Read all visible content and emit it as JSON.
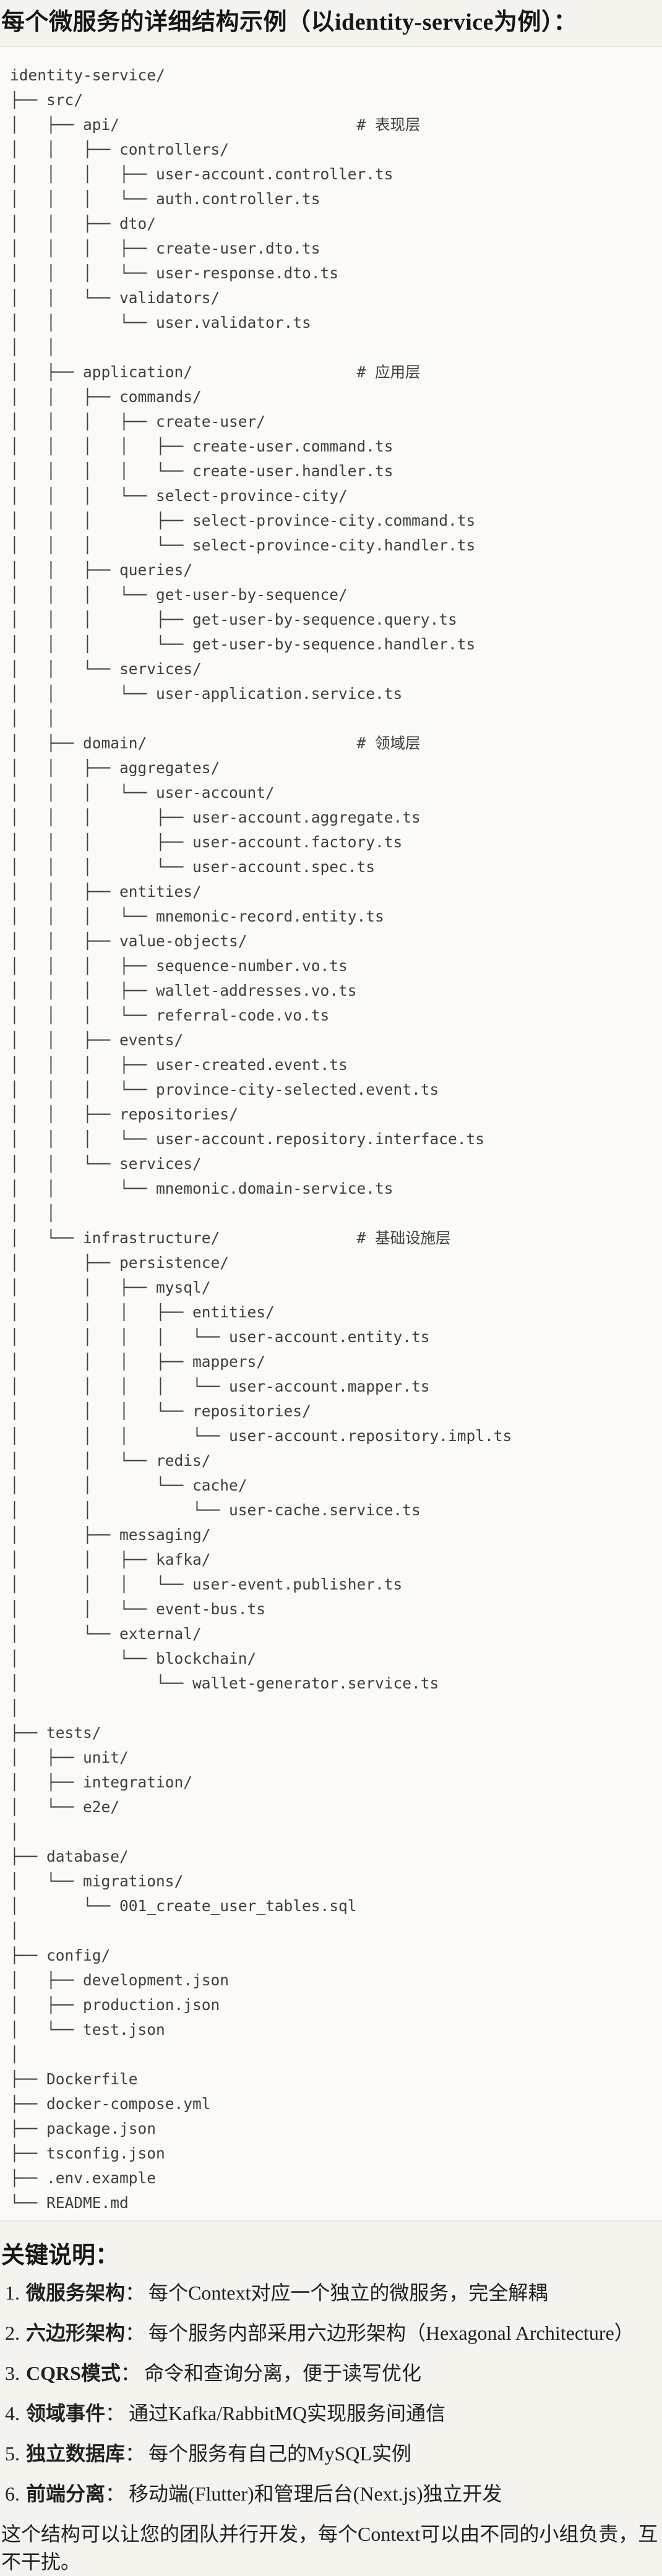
{
  "title": "每个微服务的详细结构示例（以identity-service为例）：",
  "tree": {
    "lines": [
      "identity-service/",
      "├── src/",
      "│   ├── api/                          # 表现层",
      "│   │   ├── controllers/",
      "│   │   │   ├── user-account.controller.ts",
      "│   │   │   └── auth.controller.ts",
      "│   │   ├── dto/",
      "│   │   │   ├── create-user.dto.ts",
      "│   │   │   └── user-response.dto.ts",
      "│   │   └── validators/",
      "│   │       └── user.validator.ts",
      "│   │",
      "│   ├── application/                  # 应用层",
      "│   │   ├── commands/",
      "│   │   │   ├── create-user/",
      "│   │   │   │   ├── create-user.command.ts",
      "│   │   │   │   └── create-user.handler.ts",
      "│   │   │   └── select-province-city/",
      "│   │   │       ├── select-province-city.command.ts",
      "│   │   │       └── select-province-city.handler.ts",
      "│   │   ├── queries/",
      "│   │   │   └── get-user-by-sequence/",
      "│   │   │       ├── get-user-by-sequence.query.ts",
      "│   │   │       └── get-user-by-sequence.handler.ts",
      "│   │   └── services/",
      "│   │       └── user-application.service.ts",
      "│   │",
      "│   ├── domain/                       # 领域层",
      "│   │   ├── aggregates/",
      "│   │   │   └── user-account/",
      "│   │   │       ├── user-account.aggregate.ts",
      "│   │   │       ├── user-account.factory.ts",
      "│   │   │       └── user-account.spec.ts",
      "│   │   ├── entities/",
      "│   │   │   └── mnemonic-record.entity.ts",
      "│   │   ├── value-objects/",
      "│   │   │   ├── sequence-number.vo.ts",
      "│   │   │   ├── wallet-addresses.vo.ts",
      "│   │   │   └── referral-code.vo.ts",
      "│   │   ├── events/",
      "│   │   │   ├── user-created.event.ts",
      "│   │   │   └── province-city-selected.event.ts",
      "│   │   ├── repositories/",
      "│   │   │   └── user-account.repository.interface.ts",
      "│   │   └── services/",
      "│   │       └── mnemonic.domain-service.ts",
      "│   │",
      "│   └── infrastructure/               # 基础设施层",
      "│       ├── persistence/",
      "│       │   ├── mysql/",
      "│       │   │   ├── entities/",
      "│       │   │   │   └── user-account.entity.ts",
      "│       │   │   ├── mappers/",
      "│       │   │   │   └── user-account.mapper.ts",
      "│       │   │   └── repositories/",
      "│       │   │       └── user-account.repository.impl.ts",
      "│       │   └── redis/",
      "│       │       └── cache/",
      "│       │           └── user-cache.service.ts",
      "│       ├── messaging/",
      "│       │   ├── kafka/",
      "│       │   │   └── user-event.publisher.ts",
      "│       │   └── event-bus.ts",
      "│       └── external/",
      "│           └── blockchain/",
      "│               └── wallet-generator.service.ts",
      "│",
      "├── tests/",
      "│   ├── unit/",
      "│   ├── integration/",
      "│   └── e2e/",
      "│",
      "├── database/",
      "│   └── migrations/",
      "│       └── 001_create_user_tables.sql",
      "│",
      "├── config/",
      "│   ├── development.json",
      "│   ├── production.json",
      "│   └── test.json",
      "│",
      "├── Dockerfile",
      "├── docker-compose.yml",
      "├── package.json",
      "├── tsconfig.json",
      "├── .env.example",
      "└── README.md"
    ]
  },
  "notes": {
    "heading": "关键说明：",
    "items": [
      {
        "num": "1.",
        "label": "微服务架构",
        "sep": "：",
        "text": "每个Context对应一个独立的微服务，完全解耦"
      },
      {
        "num": "2.",
        "label": "六边形架构",
        "sep": "：",
        "text": "每个服务内部采用六边形架构（Hexagonal Architecture）"
      },
      {
        "num": "3.",
        "label": "CQRS模式",
        "sep": "：",
        "text": "命令和查询分离，便于读写优化"
      },
      {
        "num": "4.",
        "label": "领域事件",
        "sep": "：",
        "text": "通过Kafka/RabbitMQ实现服务间通信"
      },
      {
        "num": "5.",
        "label": "独立数据库",
        "sep": "：",
        "text": "每个服务有自己的MySQL实例"
      },
      {
        "num": "6.",
        "label": "前端分离",
        "sep": "：",
        "text": "移动端(Flutter)和管理后台(Next.js)独立开发"
      }
    ],
    "footer": "这个结构可以让您的团队并行开发，每个Context可以由不同的小组负责，互不干扰。"
  },
  "colors": {
    "page_bg": "#f4f3ee",
    "code_bg": "#fbfaf7",
    "code_border": "#e8e5dc",
    "tree_text": "#3f3e39",
    "heading_text": "#161614",
    "body_text": "#21211e"
  }
}
